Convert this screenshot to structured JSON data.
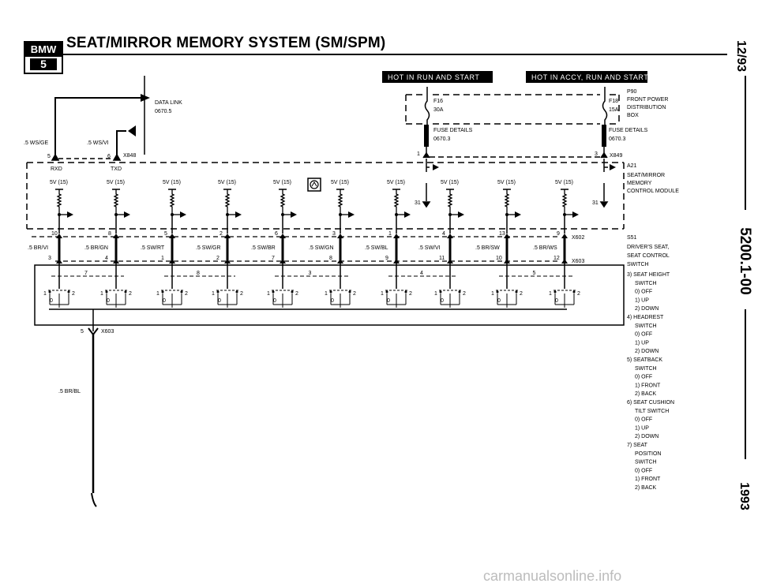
{
  "header": {
    "logo_text": "BMW",
    "logo_number": "5",
    "title": "SEAT/MIRROR MEMORY SYSTEM (SM/SPM)"
  },
  "side_text": {
    "date": "12/93",
    "page": "5200.1-00",
    "year": "1993"
  },
  "banners": {
    "left": "HOT IN RUN AND START",
    "right": "HOT IN ACCY, RUN AND START"
  },
  "power": {
    "box_label_lines": [
      "FRONT POWER",
      "DISTRIBUTION",
      "BOX"
    ],
    "box_ref": "P90",
    "fuse1_name": "F16",
    "fuse1_rating": "30A",
    "fuse2_name": "F18",
    "fuse2_rating": "15A",
    "fuse_details": "FUSE DETAILS",
    "fuse_ref": "0670.3",
    "connector_x849": "X849",
    "pin1": "1",
    "pin3": "3"
  },
  "data_link": {
    "label": "DATA LINK",
    "ref": "0670.5",
    "wire_ge": ".5 WS/GE",
    "wire_vi": ".5 WS/VI",
    "connector": "X848",
    "pin5": "5",
    "pin6": "6",
    "rxd": "RXD",
    "txd": "TXD"
  },
  "module": {
    "ref": "A21",
    "label_lines": [
      "SEAT/MIRROR",
      "MEMORY",
      "CONTROL MODULE"
    ],
    "supply_labels": [
      "5V (15)",
      "5V (15)",
      "5V (15)",
      "5V (15)",
      "5V (15)",
      "5V (15)",
      "5V (15)",
      "5V (15)",
      "5V (15)",
      "5V (15)"
    ],
    "ground_label": "31"
  },
  "wires": {
    "labels": [
      ".5 BR/VI",
      ".5 BR/GN",
      ".5 SW/RT",
      ".5 SW/GR",
      ".5 SW/BR",
      ".5 SW/GN",
      ".5 SW/BL",
      ".5 SW/VI",
      ".5 BR/SW",
      ".5 BR/WS"
    ],
    "x602_pins": [
      "10",
      "8",
      "5",
      "2",
      "6",
      "3",
      "1",
      "4",
      "13",
      "9"
    ],
    "x603_pins": [
      "3",
      "4",
      "1",
      "2",
      "7",
      "8",
      "9",
      "11",
      "10",
      "12"
    ],
    "x602": "X602",
    "x603": "X603"
  },
  "switch": {
    "ref": "S51",
    "title_lines": [
      "DRIVER'S SEAT,",
      "SEAT CONTROL",
      "SWITCH"
    ],
    "group_labels": [
      "7",
      "8",
      "3",
      "4",
      "5"
    ],
    "pos_labels": [
      "1",
      "0",
      "2"
    ],
    "legend": [
      [
        "3) SEAT HEIGHT",
        "SWITCH",
        "0) OFF",
        "1) UP",
        "2) DOWN"
      ],
      [
        "4) HEADREST",
        "SWITCH",
        "0) OFF",
        "1) UP",
        "2) DOWN"
      ],
      [
        "5) SEATBACK",
        "SWITCH",
        "0) OFF",
        "1) FRONT",
        "2) BACK"
      ],
      [
        "6) SEAT CUSHION",
        "TILT SWITCH",
        "0) OFF",
        "1) UP",
        "2) DOWN"
      ],
      [
        "7) SEAT",
        "POSITION",
        "SWITCH",
        "0) OFF",
        "1) FRONT",
        "2) BACK"
      ]
    ]
  },
  "ground": {
    "pin": "5",
    "connector": "X603",
    "wire": ".5 BR/BL"
  },
  "watermark": "carmanualsonline.info"
}
